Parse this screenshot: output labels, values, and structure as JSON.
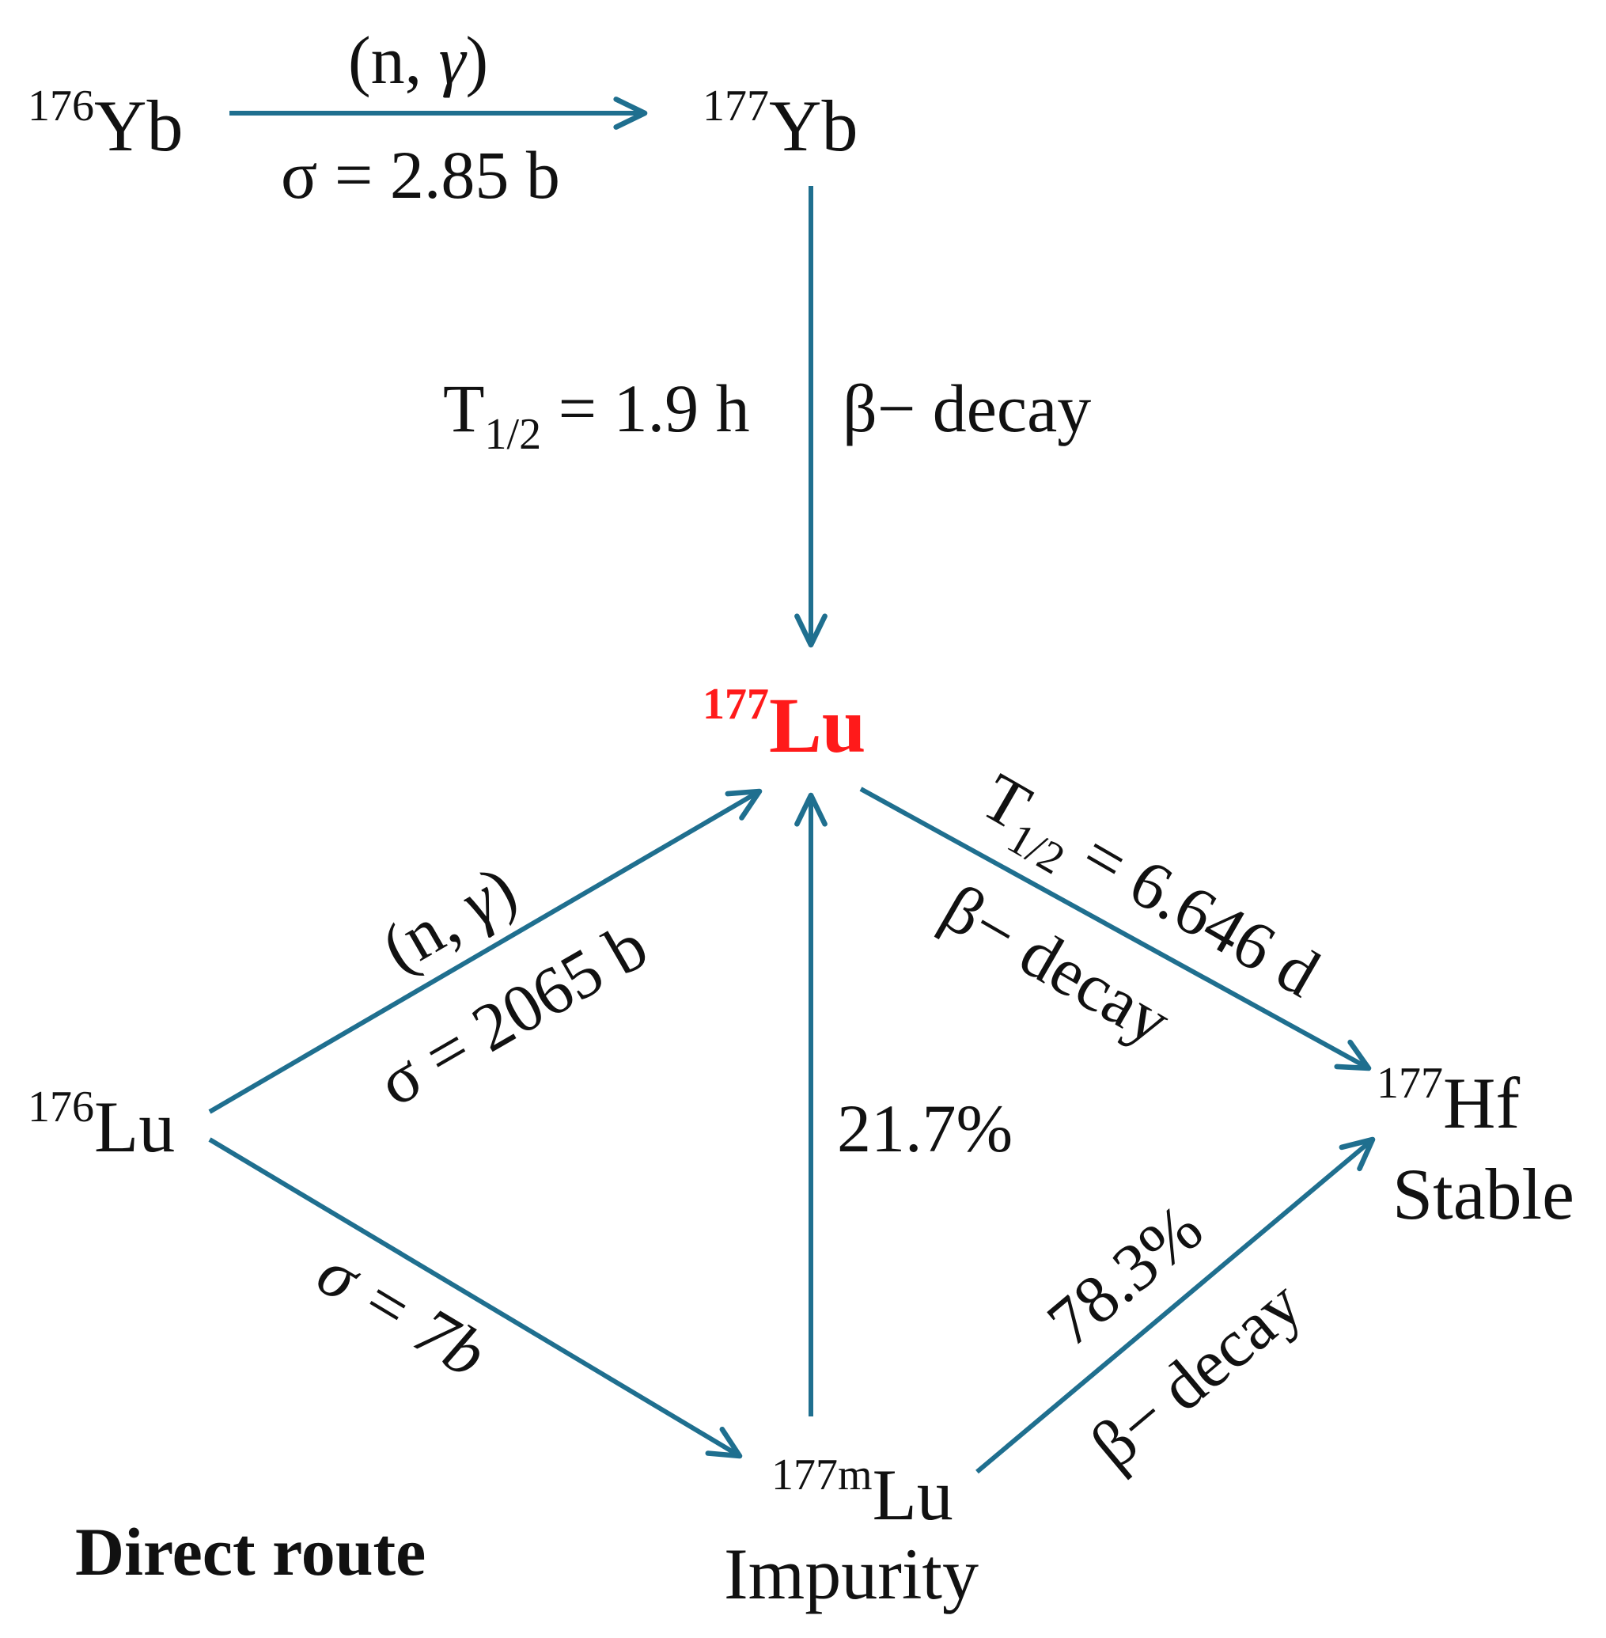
{
  "nuclides": {
    "yb176": {
      "mass": "176",
      "symbol": "Yb"
    },
    "yb177": {
      "mass": "177",
      "symbol": "Yb"
    },
    "lu177": {
      "mass": "177",
      "symbol": "Lu"
    },
    "lu176": {
      "mass": "176",
      "symbol": "Lu"
    },
    "hf177": {
      "mass": "177",
      "symbol": "Hf",
      "note": "Stable"
    },
    "lu177m": {
      "mass": "177m",
      "symbol": "Lu",
      "note": "Impurity"
    }
  },
  "reactions": {
    "yb_capture": {
      "reaction_open": "(n, ",
      "reaction_gamma": "γ",
      "reaction_close": ")",
      "cross_section": "σ = 2.85 b"
    },
    "yb_decay": {
      "half_life_T": "T",
      "half_life_sub": "1/2",
      "half_life_value": " = 1.9 h",
      "mode": "β− decay"
    },
    "lu_capture": {
      "reaction_open": "(n, ",
      "reaction_gamma": "γ",
      "reaction_close": ")",
      "cross_section": "σ = 2065 b"
    },
    "lu_decay": {
      "half_life_T": "T",
      "half_life_sub": "1/2",
      "half_life_value": " = 6.646 d",
      "mode": "β− decay"
    },
    "lum_capture": {
      "cross_section": "σ = 7b"
    },
    "lum_to_lu": {
      "branch": "21.7%"
    },
    "lum_to_hf": {
      "branch": "78.3%",
      "mode": "β− decay"
    }
  },
  "route_label": "Direct route",
  "colors": {
    "arrow": "#1f6f8f",
    "highlight": "#ff1a1a",
    "text": "#111111"
  }
}
